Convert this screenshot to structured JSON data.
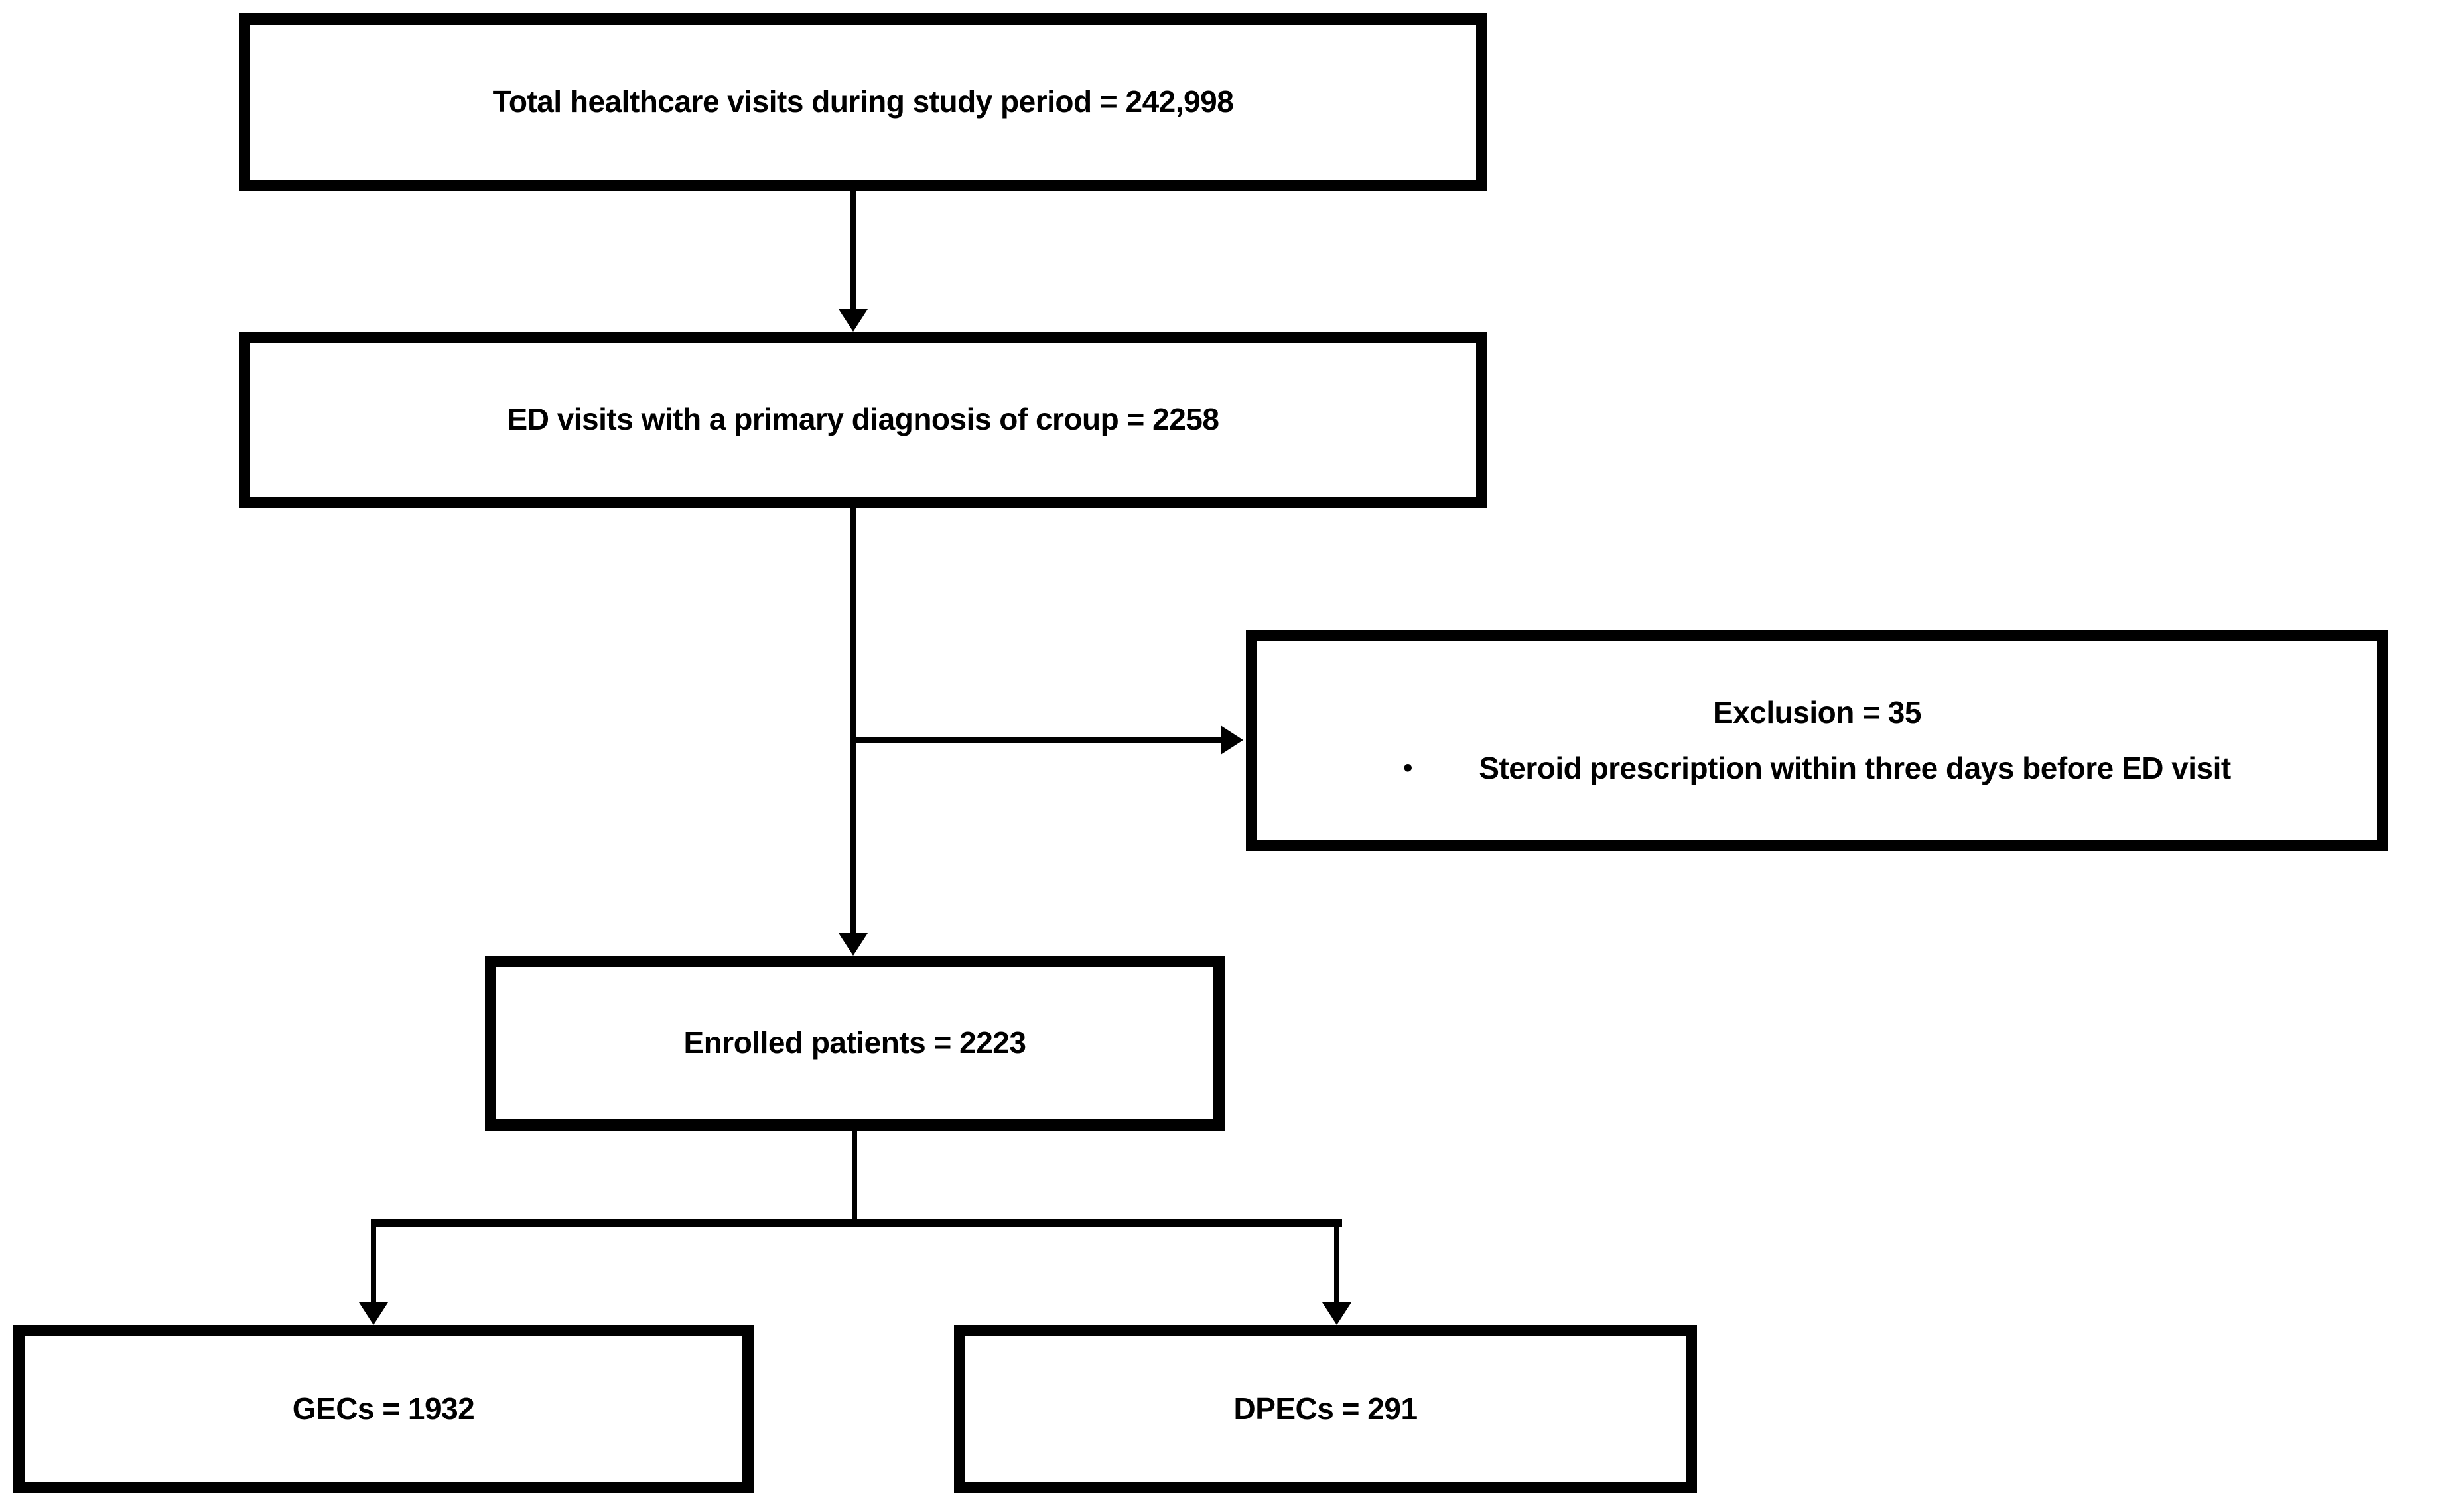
{
  "colors": {
    "line": "#000000",
    "text": "#000000",
    "background": "#ffffff"
  },
  "boxes": {
    "total": {
      "label": "Total healthcare visits during study period = 242,998"
    },
    "ed": {
      "label": "ED visits with a primary diagnosis of croup = 2258"
    },
    "exclusion": {
      "title": "Exclusion = 35",
      "bullet_marker": "•",
      "bullet_text": "Steroid prescription within three days before ED visit"
    },
    "enrolled": {
      "label": "Enrolled patients = 2223"
    },
    "gecs": {
      "label": "GECs = 1932"
    },
    "dpecs": {
      "label": "DPECs = 291"
    }
  }
}
